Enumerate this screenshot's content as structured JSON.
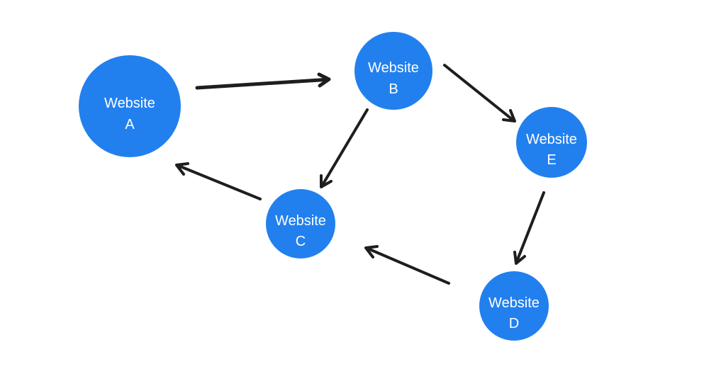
{
  "page": {
    "background_color": "#ffffff"
  },
  "diagram": {
    "description": "Link graph of websites connected by arrows",
    "node_fill": "#2280ee",
    "node_text_color": "#ffffff",
    "arrow_color": "#1e1e1e",
    "nodes": [
      {
        "id": "A",
        "line1": "Website",
        "line2": "A"
      },
      {
        "id": "B",
        "line1": "Website",
        "line2": "B"
      },
      {
        "id": "C",
        "line1": "Website",
        "line2": "C"
      },
      {
        "id": "D",
        "line1": "Website",
        "line2": "D"
      },
      {
        "id": "E",
        "line1": "Website",
        "line2": "E"
      }
    ],
    "edges": [
      {
        "from": "A",
        "to": "B"
      },
      {
        "from": "B",
        "to": "E"
      },
      {
        "from": "B",
        "to": "C"
      },
      {
        "from": "E",
        "to": "D"
      },
      {
        "from": "D",
        "to": "C"
      },
      {
        "from": "C",
        "to": "A"
      }
    ]
  }
}
